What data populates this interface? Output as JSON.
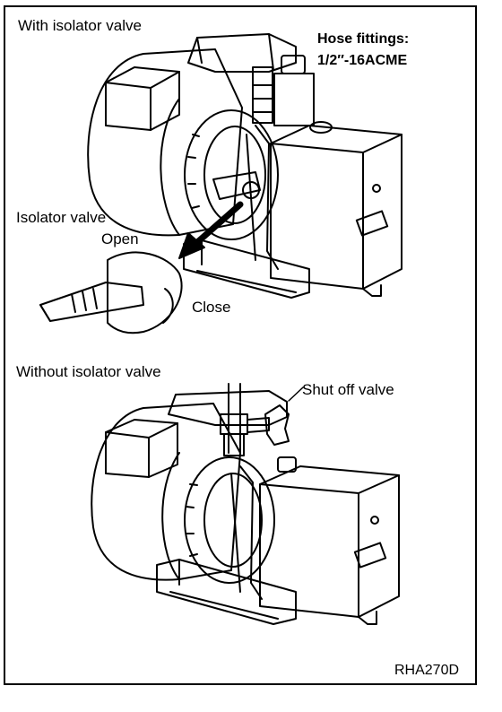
{
  "labels": {
    "with_isolator": "With isolator valve",
    "hose_fittings_line1": "Hose fittings:",
    "hose_fittings_line2": "1/2″-16ACME",
    "isolator_valve": "Isolator valve",
    "open": "Open",
    "close": "Close",
    "without_isolator": "Without isolator valve",
    "shut_off_valve": "Shut off valve",
    "figure_code": "RHA270D"
  }
}
